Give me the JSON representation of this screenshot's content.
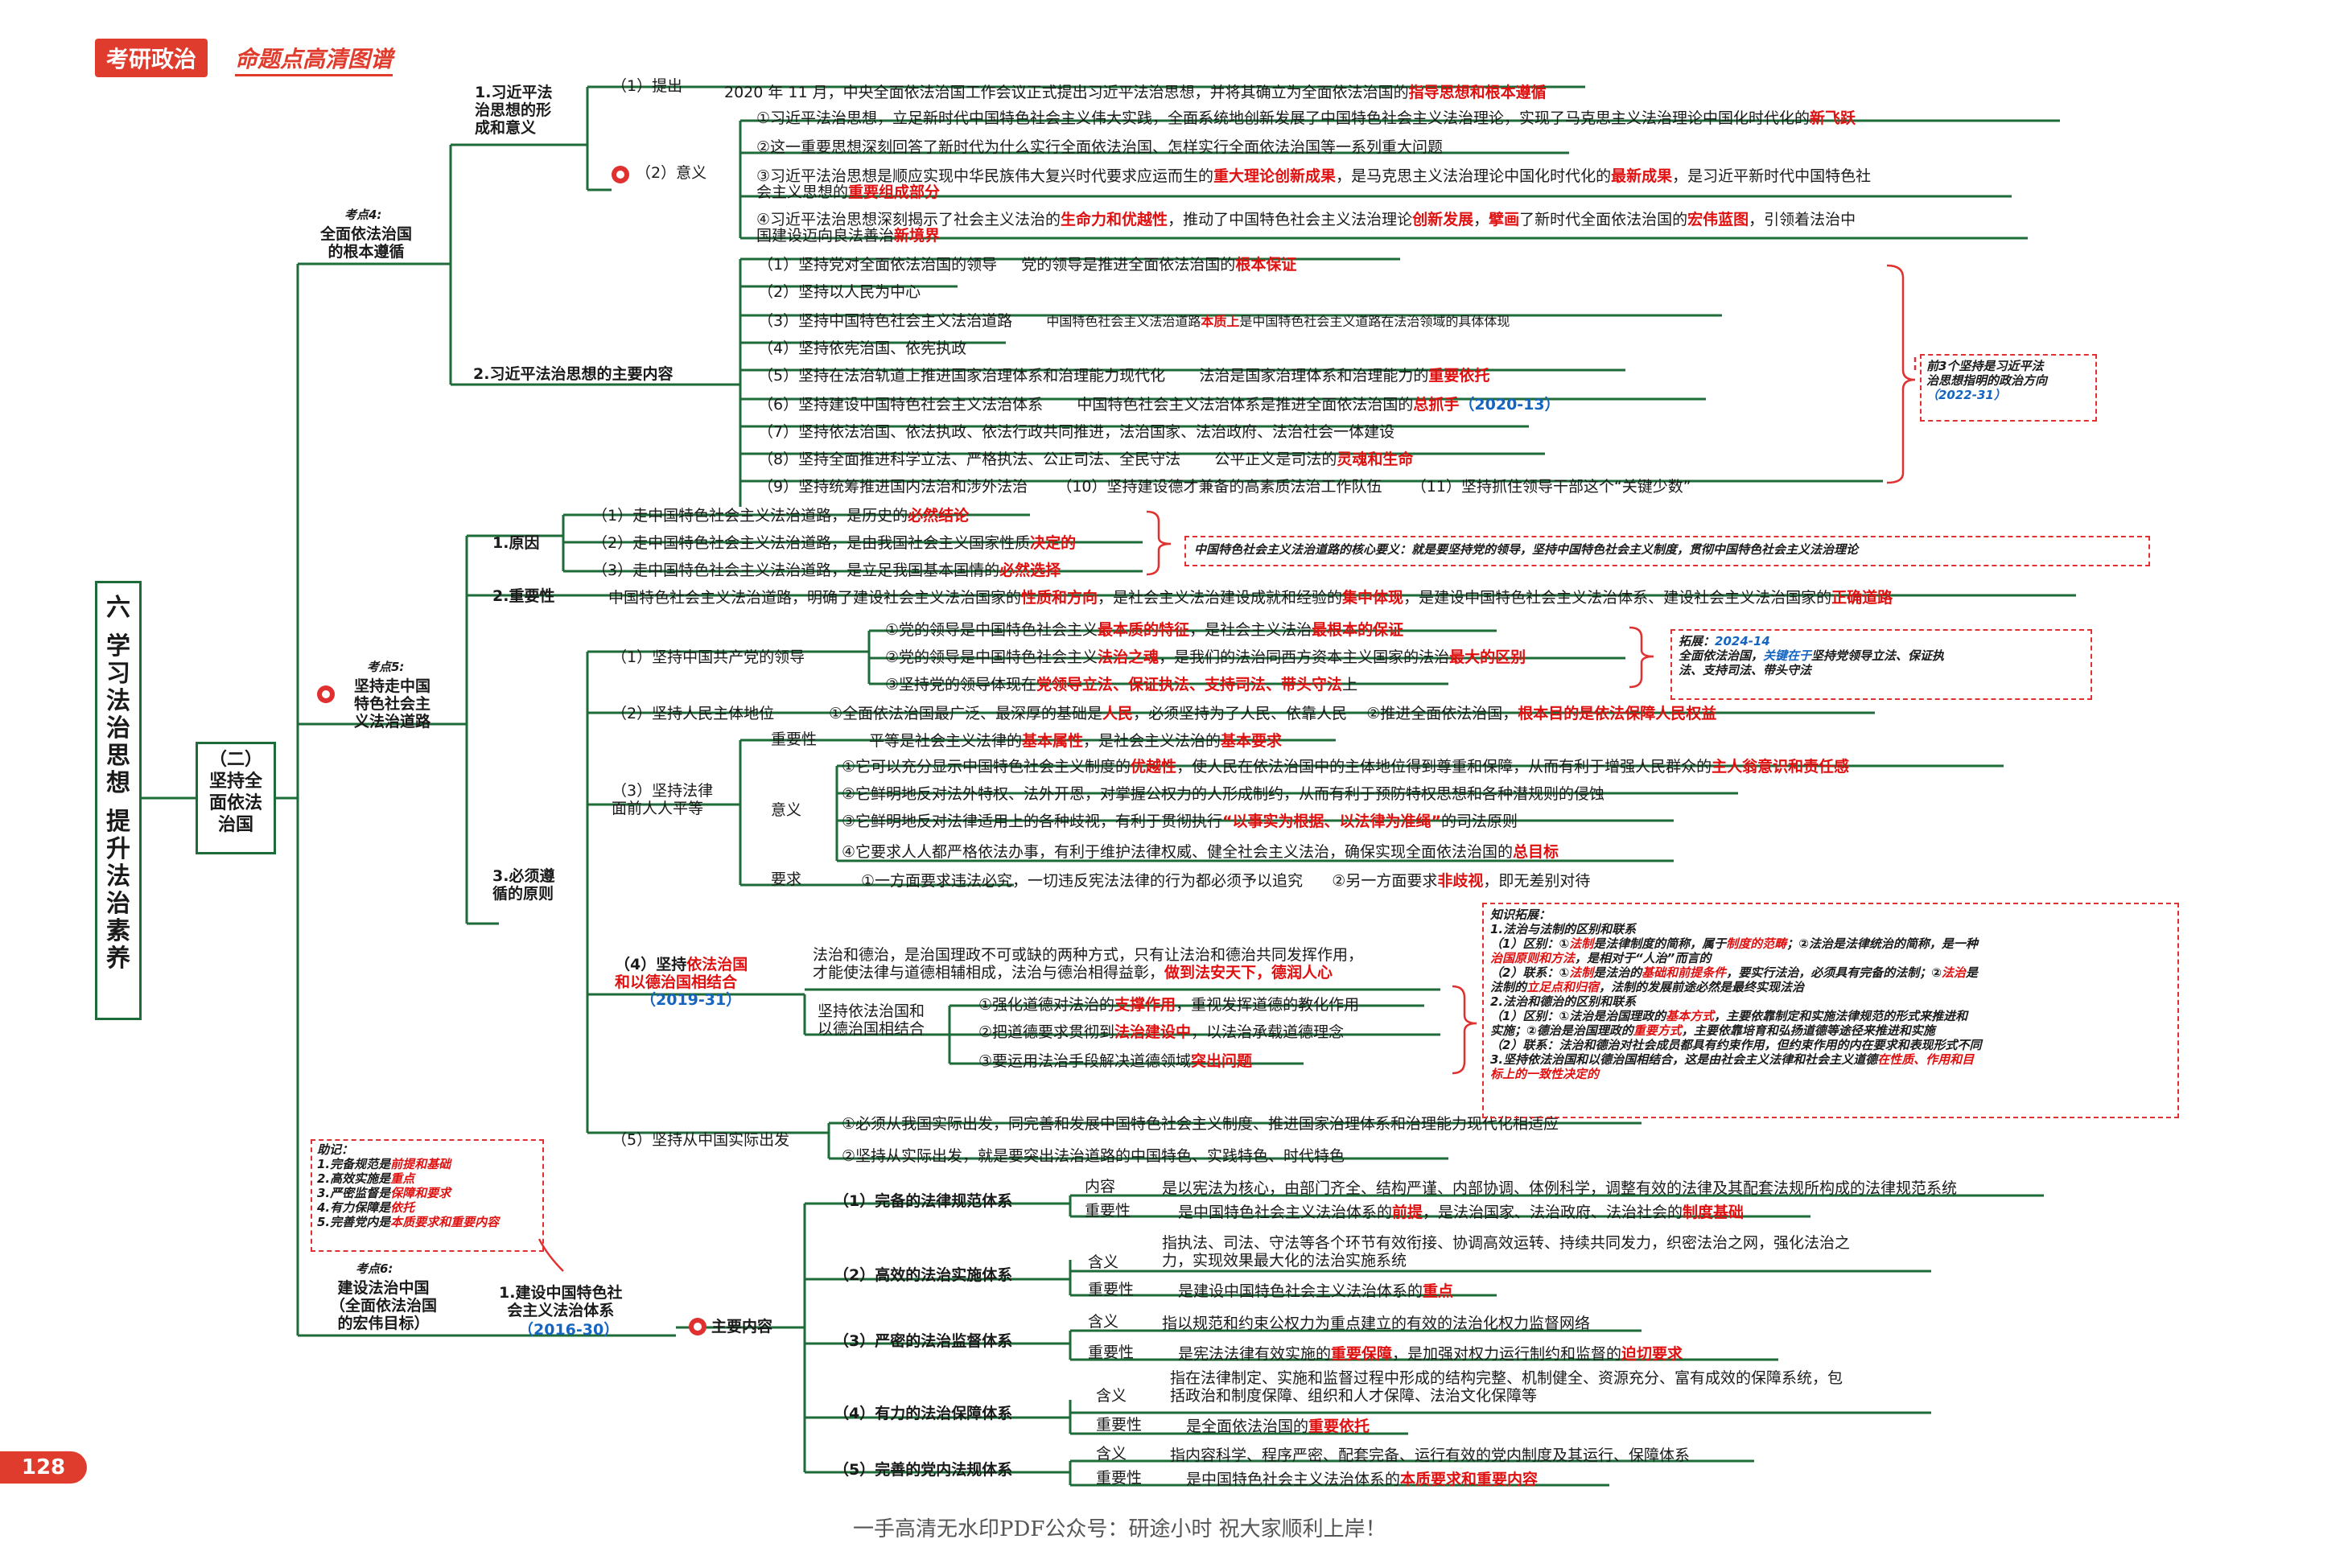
{
  "header": {
    "brand": "考研政治",
    "subtitle": "命题点高清图谱"
  },
  "page_number": "128",
  "footer": "一手高清无水印PDF公众号：研途小时  祝大家顺利上岸！",
  "vertical_title": [
    "六",
    "学",
    "习",
    "法",
    "治",
    "思",
    "想",
    "提",
    "升",
    "法",
    "治",
    "素",
    "养"
  ],
  "section": {
    "label": [
      "（二）",
      "坚持全",
      "面依法",
      "治国"
    ]
  },
  "k4": {
    "tag": "考点4:",
    "title": [
      "全面依法治国",
      "的根本遵循"
    ]
  },
  "k5": {
    "tag": "考点5:",
    "title": [
      "坚持走中国",
      "特色社会主",
      "义法治道路"
    ]
  },
  "k6": {
    "tag": "考点6:",
    "title": [
      "建设法治中国",
      "（全面依法治国",
      "的宏伟目标）"
    ]
  },
  "a1": {
    "title": [
      "1.习近平法",
      "治思想的形",
      "成和意义"
    ],
    "p1_label": "（1）提出",
    "p1_text": "2020 年 11 月，中央全面依法治国工作会议正式提出习近平法治思想，并将其确立为全面依法治国的",
    "p1_red": "指导思想和根本遵循",
    "p2_label": "（2）意义",
    "m1": "①习近平法治思想，立足新时代中国特色社会主义伟大实践，全面系统地创新发展了中国特色社会主义法治理论，实现了马克思主义法治理论中国化时代化的",
    "m1_red": "新飞跃",
    "m2": "②这一重要思想深刻回答了新时代为什么实行全面依法治国、怎样实行全面依法治国等一系列重大问题",
    "m3a": "③习近平法治思想是顺应实现中华民族伟大复兴时代要求应运而生的",
    "m3a_red": "重大理论创新成果",
    "m3b": "，是马克思主义法治理论中国化时代化的",
    "m3b_red": "最新成果",
    "m3c": "，是习近平新时代中国特色社",
    "m3d": "会主义思想的",
    "m3d_red": "重要组成部分",
    "m4a": "④习近平法治思想深刻揭示了社会主义法治的",
    "m4a_red": "生命力和优越性",
    "m4b": "，推动了中国特色社会主义法治理论",
    "m4b_red": "创新发展",
    "m4c": "，",
    "m4c_red": "擘画",
    "m4d": "了新时代全面依法治国的",
    "m4d_red": "宏伟蓝图",
    "m4e": "，引领着法治中",
    "m4f": "国建设迈向良法善治",
    "m4f_red": "新境界"
  },
  "a2": {
    "title": "2.习近平法治思想的主要内容",
    "c1": "（1）坚持党对全面依法治国的领导",
    "c1n": "党的领导是推进全面依法治国的",
    "c1r": "根本保证",
    "c2": "（2）坚持以人民为中心",
    "c3": "（3）坚持中国特色社会主义法治道路",
    "c3n": "中国特色社会主义法治道路",
    "c3r": "本质上",
    "c3n2": "是中国特色社会主义道路在法治领域的具体体现",
    "c4": "（4）坚持依宪治国、依宪执政",
    "c5": "（5）坚持在法治轨道上推进国家治理体系和治理能力现代化",
    "c5n": "法治是国家治理体系和治理能力的",
    "c5r": "重要依托",
    "c6": "（6）坚持建设中国特色社会主义法治体系",
    "c6n": "中国特色社会主义法治体系是推进全面依法治国的",
    "c6r": "总抓手",
    "c6y": "（2020-13）",
    "c7": "（7）坚持依法治国、依法执政、依法行政共同推进，法治国家、法治政府、法治社会一体建设",
    "c8": "（8）坚持全面推进科学立法、严格执法、公正司法、全民守法",
    "c8n": "公平正义是司法的",
    "c8r": "灵魂和生命",
    "c9": "（9）坚持统筹推进国内法治和涉外法治",
    "c10": "（10）坚持建设德才兼备的高素质法治工作队伍",
    "c11": "（11）坚持抓住领导干部这个“关键少数”",
    "note": [
      "前3个坚持是习近平法",
      "治思想指明的政治方向",
      "（2022-31）"
    ]
  },
  "b1": {
    "title": "1.原因",
    "r1": "（1）走中国特色社会主义法治道路，是历史的",
    "r1r": "必然结论",
    "r2": "（2）走中国特色社会主义法治道路，是由我国社会主义国家性质",
    "r2r": "决定的",
    "r3": "（3）走中国特色社会主义法治道路，是立足我国基本国情的",
    "r3r": "必然选择",
    "note": "中国特色社会主义法治道路的核心要义：就是要坚持党的领导，坚持中国特色社会主义制度，贯彻中国特色社会主义法治理论"
  },
  "b2": {
    "title": "2.重要性",
    "t1": "中国特色社会主义法治道路，明确了建设社会主义法治国家的",
    "t1r": "性质和方向",
    "t2": "，是社会主义法治建设成就和经验的",
    "t2r": "集中体现",
    "t3": "，是建设中国特色社会主义法治体系、建设社会主义法治国家的",
    "t3r": "正确道路"
  },
  "b3": {
    "title": [
      "3.必须遵",
      "循的原则"
    ],
    "p1": "（1）坚持中国共产党的领导",
    "p1a": "①党的领导是中国特色社会主义",
    "p1ar": "最本质的特征",
    "p1a2": "，是社会主义法治",
    "p1a2r": "最根本的保证",
    "p1b": "②党的领导是中国特色社会主义",
    "p1br": "法治之魂",
    "p1b2": "，是我们的法治同西方资本主义国家的法治",
    "p1b2r": "最大的区别",
    "p1c": "③坚持党的领导体现在",
    "p1cr": "党领导立法、保证执法、支持司法、带头守法",
    "p1c2": "上",
    "p1note": [
      "拓展：",
      "2024-14",
      "全面依法治国，",
      "关键在于",
      "坚持党领导立法、保证执",
      "法、支持司法、带头守法"
    ],
    "p2": "（2）坚持人民主体地位",
    "p2a": "①全面依法治国最广泛、最深厚的基础是",
    "p2ar": "人民",
    "p2a2": "，必须坚持为了人民、依靠人民",
    "p2b": "②推进全面依法治国，",
    "p2br": "根本目的是依法保障人民权益",
    "p3": [
      "（3）坚持法律",
      "面前人人平等"
    ],
    "p3imp": "重要性",
    "p3impt": "平等是社会主义法律的",
    "p3impr": "基本属性",
    "p3impt2": "，是社会主义法治的",
    "p3impr2": "基本要求",
    "p3sig": "意义",
    "p3s1": "①它可以充分显示中国特色社会主义制度的",
    "p3s1r": "优越性",
    "p3s1b": "，使人民在依法治国中的主体地位得到尊重和保障，从而有利于增强人民群众的",
    "p3s1r2": "主人翁意识和责任感",
    "p3s2": "②它鲜明地反对法外特权、法外开恩，对掌握公权力的人形成制约，从而有利于预防特权思想和各种潜规则的侵蚀",
    "p3s3": "③它鲜明地反对法律适用上的各种歧视，有利于贯彻执行",
    "p3s3r": "“以事实为根据、以法律为准绳”",
    "p3s3b": "的司法原则",
    "p3s4": "④它要求人人都严格依法办事，有利于维护法律权威、健全社会主义法治，确保实现全面依法治国的",
    "p3s4r": "总目标",
    "p3req": "要求",
    "p3q1": "①一方面要求违法必究，一切违反宪法法律的行为都必须予以追究",
    "p3q2": "②另一方面要求",
    "p3q2r": "非歧视",
    "p3q2b": "，即无差别对待",
    "p4": "（4）坚持",
    "p4r": "依法治国",
    "p4b": "和以德治国相结合",
    "p4y": "（2019-31）",
    "p4t1": "法治和德治，是治国理政不可或缺的两种方式，只有让法治和德治共同发挥作用，",
    "p4t2": "才能使法律与道德相辅相成，法治与德治相得益彰，",
    "p4t2r": "做到法安天下，德润人心",
    "p4sub": [
      "坚持依法治国和",
      "以德治国相结合"
    ],
    "p4s1": "①强化道德对法治的",
    "p4s1r": "支撑作用",
    "p4s1b": "，重视发挥道德的教化作用",
    "p4s2": "②把道德要求贯彻到",
    "p4s2r": "法治建设中",
    "p4s2b": "，以法治承载道德理念",
    "p4s3": "③要运用法治手段解决道德领域",
    "p4s3r": "突出问题",
    "p5": "（5）坚持从中国实际出发",
    "p5a": "①必须从我国实际出发，同完善和发展中国特色社会主义制度、推进国家治理体系和治理能力现代化相适应",
    "p5b": "②坚持从实际出发，就是要突出法治道路的中国特色、实践特色、时代特色"
  },
  "know": {
    "l0": "知识拓展：",
    "l1": "1.法治与法制的区别和联系",
    "l2a": "（1）区别：①",
    "l2r": "法制",
    "l2b": "是法律制度的简称，属于",
    "l2r2": "制度的范畴",
    "l2c": "；②法治是法律统治的简称，是一种",
    "l3": "治国原则和方法",
    "l3b": "，是相对于“人治”而言的",
    "l4a": "（2）联系：①",
    "l4r": "法制",
    "l4b": "是法治的",
    "l4r2": "基础和前提条件",
    "l4c": "，要实行法治，必须具有完备的法制；②",
    "l4r3": "法治",
    "l4d": "是",
    "l5": "法制的",
    "l5r": "立足点和归宿",
    "l5b": "，法制的发展前途必然是最终实现法治",
    "l6": "2.法治和德治的区别和联系",
    "l7a": "（1）区别：①法治是治国理政的",
    "l7r": "基本方式",
    "l7b": "，主要依靠制定和实施法律规范的形式来推进和",
    "l8a": "实施；②德治是治国理政的",
    "l8r": "重要方式",
    "l8b": "，主要依靠培育和弘扬道德等途径来推进和实施",
    "l9": "（2）联系：法治和德治对社会成员都具有约束作用，但约束作用的内在要求和表现形式不同",
    "l10a": "3.坚持依法治国和以德治国相结合，这是由社会主义法律和社会主义道德",
    "l10r": "在性质、作用和目",
    "l11r": "标上的一致性决定的"
  },
  "memo": {
    "l0": "助记：",
    "l1a": "1.完备规范是",
    "l1r": "前提和基础",
    "l2a": "2.高效实施是",
    "l2r": "重点",
    "l3a": "3.严密监督是",
    "l3r": "保障和要求",
    "l4a": "4.有力保障是",
    "l4r": "依托",
    "l5a": "5.完善党内是",
    "l5r": "本质要求和重要内容"
  },
  "c": {
    "title": [
      "1.建设中国特色社",
      "会主义法治体系"
    ],
    "year": "（2016-30）",
    "main": "主要内容",
    "s1": "（1）完备的法律规范体系",
    "s1nl": "内容",
    "s1n": "是以宪法为核心，由部门齐全、结构严谨、内部协调、体例科学，调整有效的法律及其配套法规所构成的法律规范系统",
    "s1il": "重要性",
    "s1i": "是中国特色社会主义法治体系的",
    "s1ir": "前提",
    "s1i2": "，是法治国家、法治政府、法治社会的",
    "s1ir2": "制度基础",
    "s2": "（2）高效的法治实施体系",
    "s2nl": "含义",
    "s2n1": "指执法、司法、守法等各个环节有效衔接、协调高效运转、持续共同发力，织密法治之网，强化法治之",
    "s2n2": "力，实现效果最大化的法治实施系统",
    "s2il": "重要性",
    "s2i": "是建设中国特色社会主义法治体系的",
    "s2ir": "重点",
    "s3": "（3）严密的法治监督体系",
    "s3nl": "含义",
    "s3n": "指以规范和约束公权力为重点建立的有效的法治化权力监督网络",
    "s3il": "重要性",
    "s3i": "是宪法法律有效实施的",
    "s3ir": "重要保障",
    "s3i2": "，是加强对权力运行制约和监督的",
    "s3ir2": "迫切要求",
    "s4": "（4）有力的法治保障体系",
    "s4nl": "含义",
    "s4n1": "指在法律制定、实施和监督过程中形成的结构完整、机制健全、资源充分、富有成效的保障系统，包",
    "s4n2": "括政治和制度保障、组织和人才保障、法治文化保障等",
    "s4il": "重要性",
    "s4i": "是全面依法治国的",
    "s4ir": "重要依托",
    "s5": "（5）完善的党内法规体系",
    "s5nl": "含义",
    "s5n": "指内容科学、程序严密、配套完备、运行有效的党内制度及其运行、保障体系",
    "s5il": "重要性",
    "s5i": "是中国特色社会主义法治体系的",
    "s5ir": "本质要求和重要内容"
  },
  "colors": {
    "line": "#1e6b3a",
    "red": "#e01010",
    "accent": "#e03c2d",
    "dash": "#e03030",
    "blue": "#1565c0"
  }
}
